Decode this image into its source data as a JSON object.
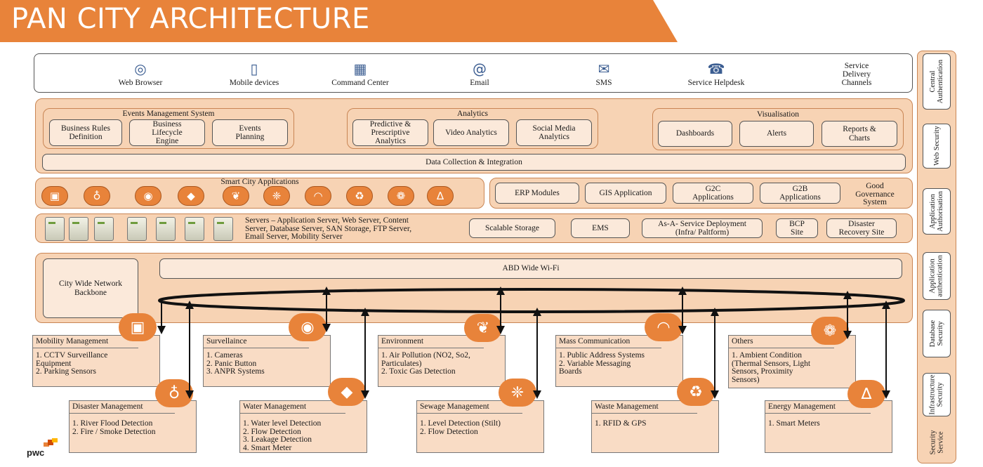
{
  "title": "PAN CITY ARCHITECTURE",
  "channels": {
    "items": [
      {
        "label": "Web Browser",
        "icon": "globe-icon"
      },
      {
        "label": "Mobile devices",
        "icon": "mobile-icon"
      },
      {
        "label": "Command Center",
        "icon": "monitor-wall-icon"
      },
      {
        "label": "Email",
        "icon": "email-icon"
      },
      {
        "label": "SMS",
        "icon": "sms-icon"
      },
      {
        "label": "Service Helpdesk",
        "icon": "helpdesk-icon"
      }
    ],
    "caption": "Service\nDelivery\nChannels"
  },
  "events": {
    "title": "Events Management System",
    "items": [
      "Business Rules\nDefinition",
      "Business\nLifecycle\nEngine",
      "Events\nPlanning"
    ]
  },
  "analytics": {
    "title": "Analytics",
    "items": [
      "Predictive &\nPrescriptive\nAnalytics",
      "Video Analytics",
      "Social Media\nAnalytics"
    ]
  },
  "visualisation": {
    "title": "Visualisation",
    "items": [
      "Dashboards",
      "Alerts",
      "Reports &\nCharts"
    ]
  },
  "data_collection": "Data Collection & Integration",
  "smart_city": {
    "title": "Smart City Applications",
    "icons": [
      "train-icon",
      "fire-extinguisher-icon",
      "eye-icon",
      "water-drop-icon",
      "leaf-icon",
      "sewage-icon",
      "signal-icon",
      "recycle-icon",
      "wind-icon",
      "power-tower-icon"
    ]
  },
  "gov_apps": {
    "items": [
      "ERP Modules",
      "GIS Application",
      "G2C\nApplications",
      "G2B\nApplications"
    ],
    "caption": "Good\nGovernance\nSystem"
  },
  "servers": {
    "description": "Servers – Application Server, Web Server, Content\nServer, Database Server, SAN Storage, FTP Server,\nEmail Server, Mobility Server",
    "items": [
      "Scalable Storage",
      "EMS",
      "As-A- Service Deployment\n(Infra/ Paltform)",
      "BCP\nSite",
      "Disaster\nRecovery Site"
    ]
  },
  "network": {
    "backbone": "City Wide Network\nBackbone",
    "wifi": "ABD Wide Wi-Fi"
  },
  "domains_top": [
    {
      "title": "Mobility Management",
      "icon": "train-icon",
      "items": [
        "1. CCTV Surveillance",
        "Equipment",
        "2. Parking Sensors"
      ]
    },
    {
      "title": "Survellaince",
      "icon": "eye-icon",
      "items": [
        "1. Cameras",
        "2. Panic Button",
        "3. ANPR Systems"
      ]
    },
    {
      "title": "Environment",
      "icon": "leaf-icon",
      "items": [
        "1. Air Pollution (NO2, So2,",
        "Particulates)",
        "2. Toxic Gas Detection"
      ]
    },
    {
      "title": "Mass Communication",
      "icon": "signal-icon",
      "items": [
        "1. Public Address Systems",
        "2. Variable Messaging",
        "Boards"
      ]
    },
    {
      "title": "Others",
      "icon": "wind-icon",
      "items": [
        "1. Ambient Condition",
        "(Thermal Sensors, Light",
        "Sensors,  Proximity",
        "Sensors)"
      ]
    }
  ],
  "domains_bottom": [
    {
      "title": "Disaster Management",
      "icon": "fire-extinguisher-icon",
      "items": [
        "1. River Flood Detection",
        "2. Fire / Smoke Detection"
      ]
    },
    {
      "title": "Water Management",
      "icon": "water-drop-icon",
      "items": [
        "1. Water level Detection",
        "2. Flow Detection",
        "3. Leakage Detection",
        "4. Smart Meter"
      ]
    },
    {
      "title": "Sewage Management",
      "icon": "sewage-icon",
      "items": [
        "1. Level Detection (Stilt)",
        "2. Flow Detection"
      ]
    },
    {
      "title": "Waste Management",
      "icon": "recycle-icon",
      "items": [
        "1. RFID & GPS"
      ]
    },
    {
      "title": "Energy Management",
      "icon": "power-tower-icon",
      "items": [
        "1. Smart Meters"
      ]
    }
  ],
  "security": {
    "items": [
      "Central\nAuthentication",
      "Web Security",
      "Application\nAuthorisation",
      "Application\nauthentication",
      "Database\nSecurity",
      "Infrastructure\nSecurity"
    ],
    "caption": "Security\nService"
  },
  "logo": "pwc",
  "colors": {
    "accent": "#e8833a",
    "panel": "#f7d3b4",
    "box": "#fbe9da"
  }
}
